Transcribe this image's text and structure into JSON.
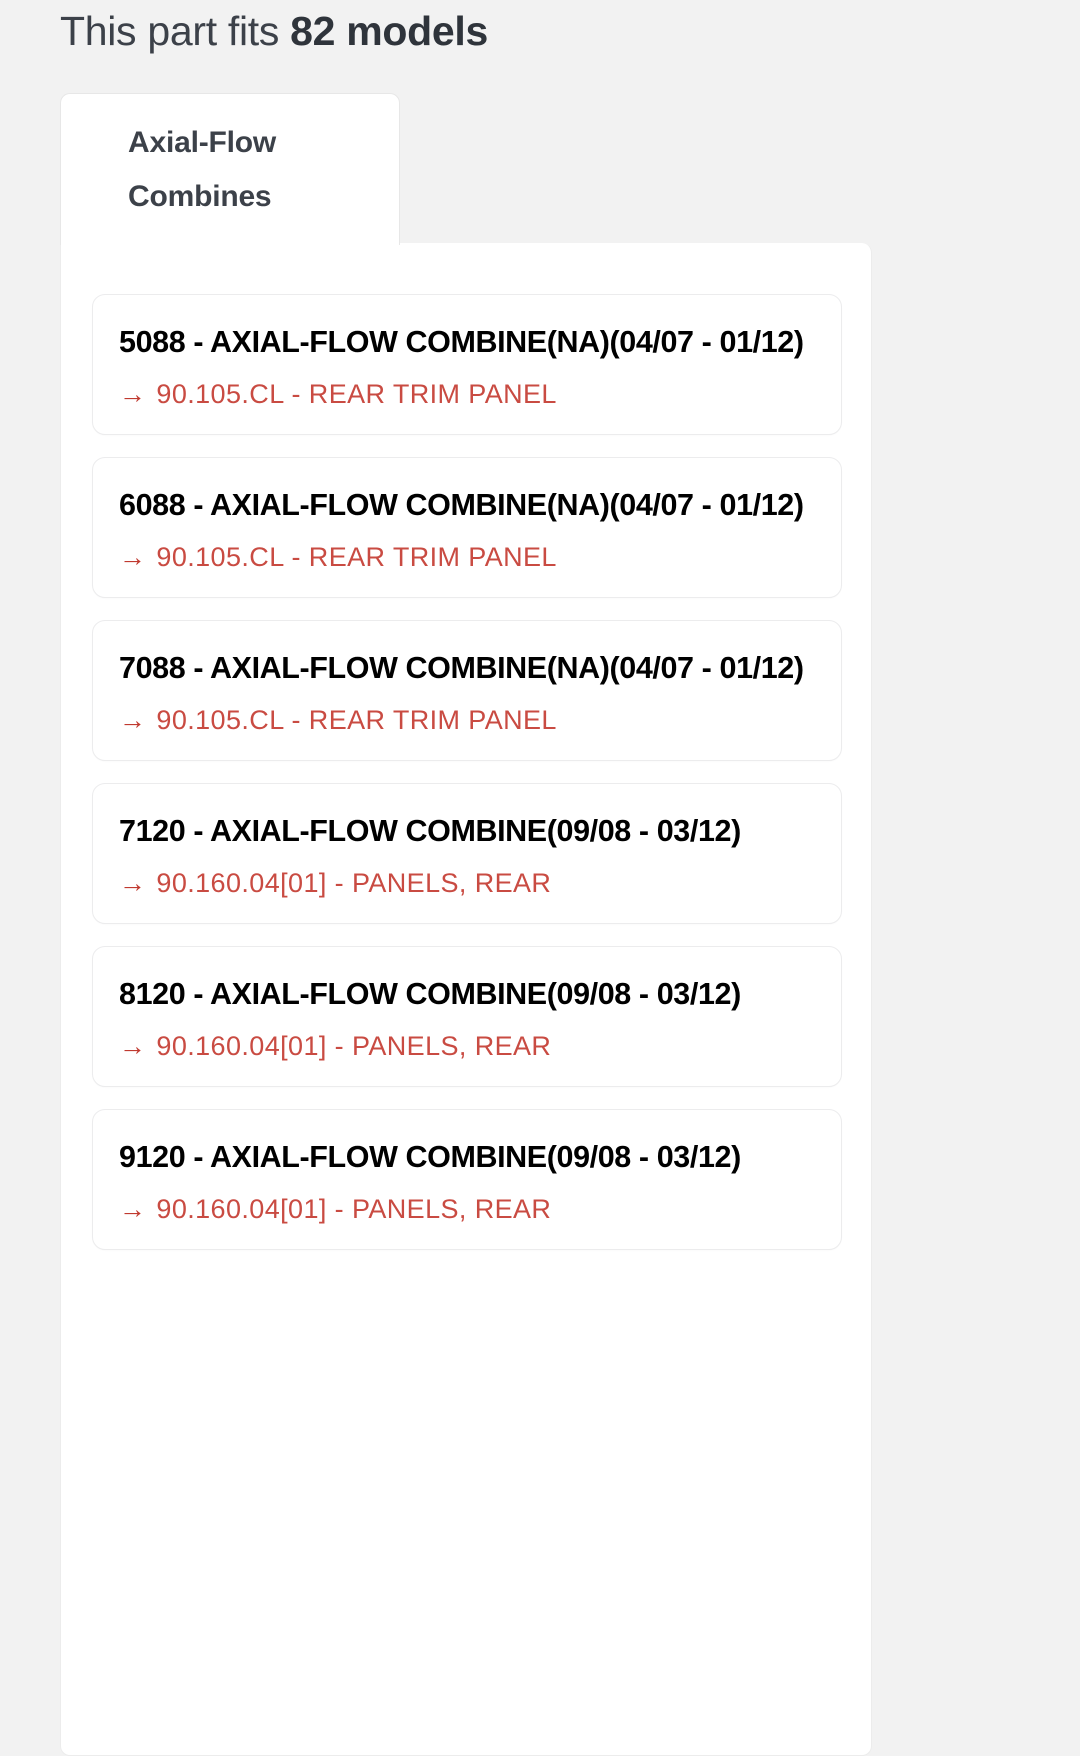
{
  "header": {
    "prefix": "This part fits ",
    "count_label": "82 models"
  },
  "tabs": [
    {
      "label": "Axial-Flow Combines",
      "active": true
    }
  ],
  "colors": {
    "page_background": "#f2f2f2",
    "panel_background": "#ffffff",
    "link_red": "#c94b42",
    "arrow_red": "#c0392f",
    "heading_gray": "#3c4149",
    "title_black": "#000000",
    "card_border": "#ececed"
  },
  "models": [
    {
      "title": "5088 - AXIAL-FLOW COMBINE(NA)(04/07 - 01/12)",
      "link_arrow": "→",
      "link_text": "90.105.CL - REAR TRIM PANEL"
    },
    {
      "title": "6088 - AXIAL-FLOW COMBINE(NA)(04/07 - 01/12)",
      "link_arrow": "→",
      "link_text": "90.105.CL - REAR TRIM PANEL"
    },
    {
      "title": "7088 - AXIAL-FLOW COMBINE(NA)(04/07 - 01/12)",
      "link_arrow": "→",
      "link_text": "90.105.CL - REAR TRIM PANEL"
    },
    {
      "title": "7120 - AXIAL-FLOW COMBINE(09/08 - 03/12)",
      "link_arrow": "→",
      "link_text": "90.160.04[01] - PANELS, REAR"
    },
    {
      "title": "8120 - AXIAL-FLOW COMBINE(09/08 - 03/12)",
      "link_arrow": "→",
      "link_text": "90.160.04[01] - PANELS, REAR"
    },
    {
      "title": "9120 - AXIAL-FLOW COMBINE(09/08 - 03/12)",
      "link_arrow": "→",
      "link_text": "90.160.04[01] - PANELS, REAR"
    }
  ]
}
